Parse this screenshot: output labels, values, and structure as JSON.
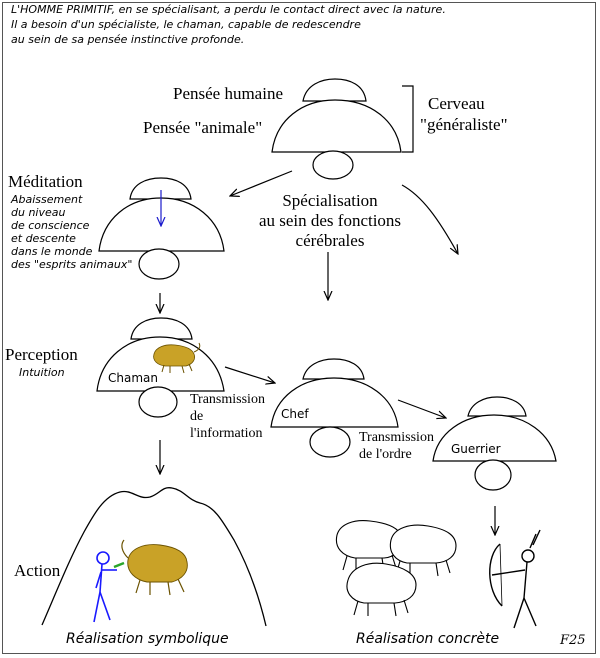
{
  "intro": {
    "line1": "L'HOMME PRIMITIF, en se spécialisant, a perdu le contact direct avec la nature.",
    "line2": "Il a besoin d'un spécialiste, le chaman, capable de redescendre",
    "line3": "au sein de sa pensée instinctive profonde."
  },
  "top": {
    "pensee_humaine": "Pensée humaine",
    "pensee_animale": "Pensée \"animale\"",
    "cerveau_line1": "Cerveau",
    "cerveau_line2": "\"généraliste\""
  },
  "specialisation": {
    "line1": "Spécialisation",
    "line2": "au sein des fonctions",
    "line3": "cérébrales"
  },
  "meditation": {
    "title": "Méditation",
    "notes": [
      "Abaissement",
      "du niveau",
      "de conscience",
      "et descente",
      "dans le monde",
      "des \"esprits animaux\""
    ]
  },
  "perception": {
    "title": "Perception",
    "subtitle": "Intuition"
  },
  "nodes": {
    "chaman": "Chaman",
    "chef": "Chef",
    "guerrier": "Guerrier"
  },
  "transmission_info": [
    "Transmission",
    "de",
    "l'information"
  ],
  "transmission_ordre": [
    "Transmission",
    "de l'ordre"
  ],
  "action": "Action",
  "captions": {
    "symbolique": "Réalisation symbolique",
    "concrete": "Réalisation concrète"
  },
  "signature": "F25",
  "colors": {
    "animal": "#c9a227",
    "figure": "#1a1aff",
    "arrow_meditation": "#1a1acc"
  }
}
